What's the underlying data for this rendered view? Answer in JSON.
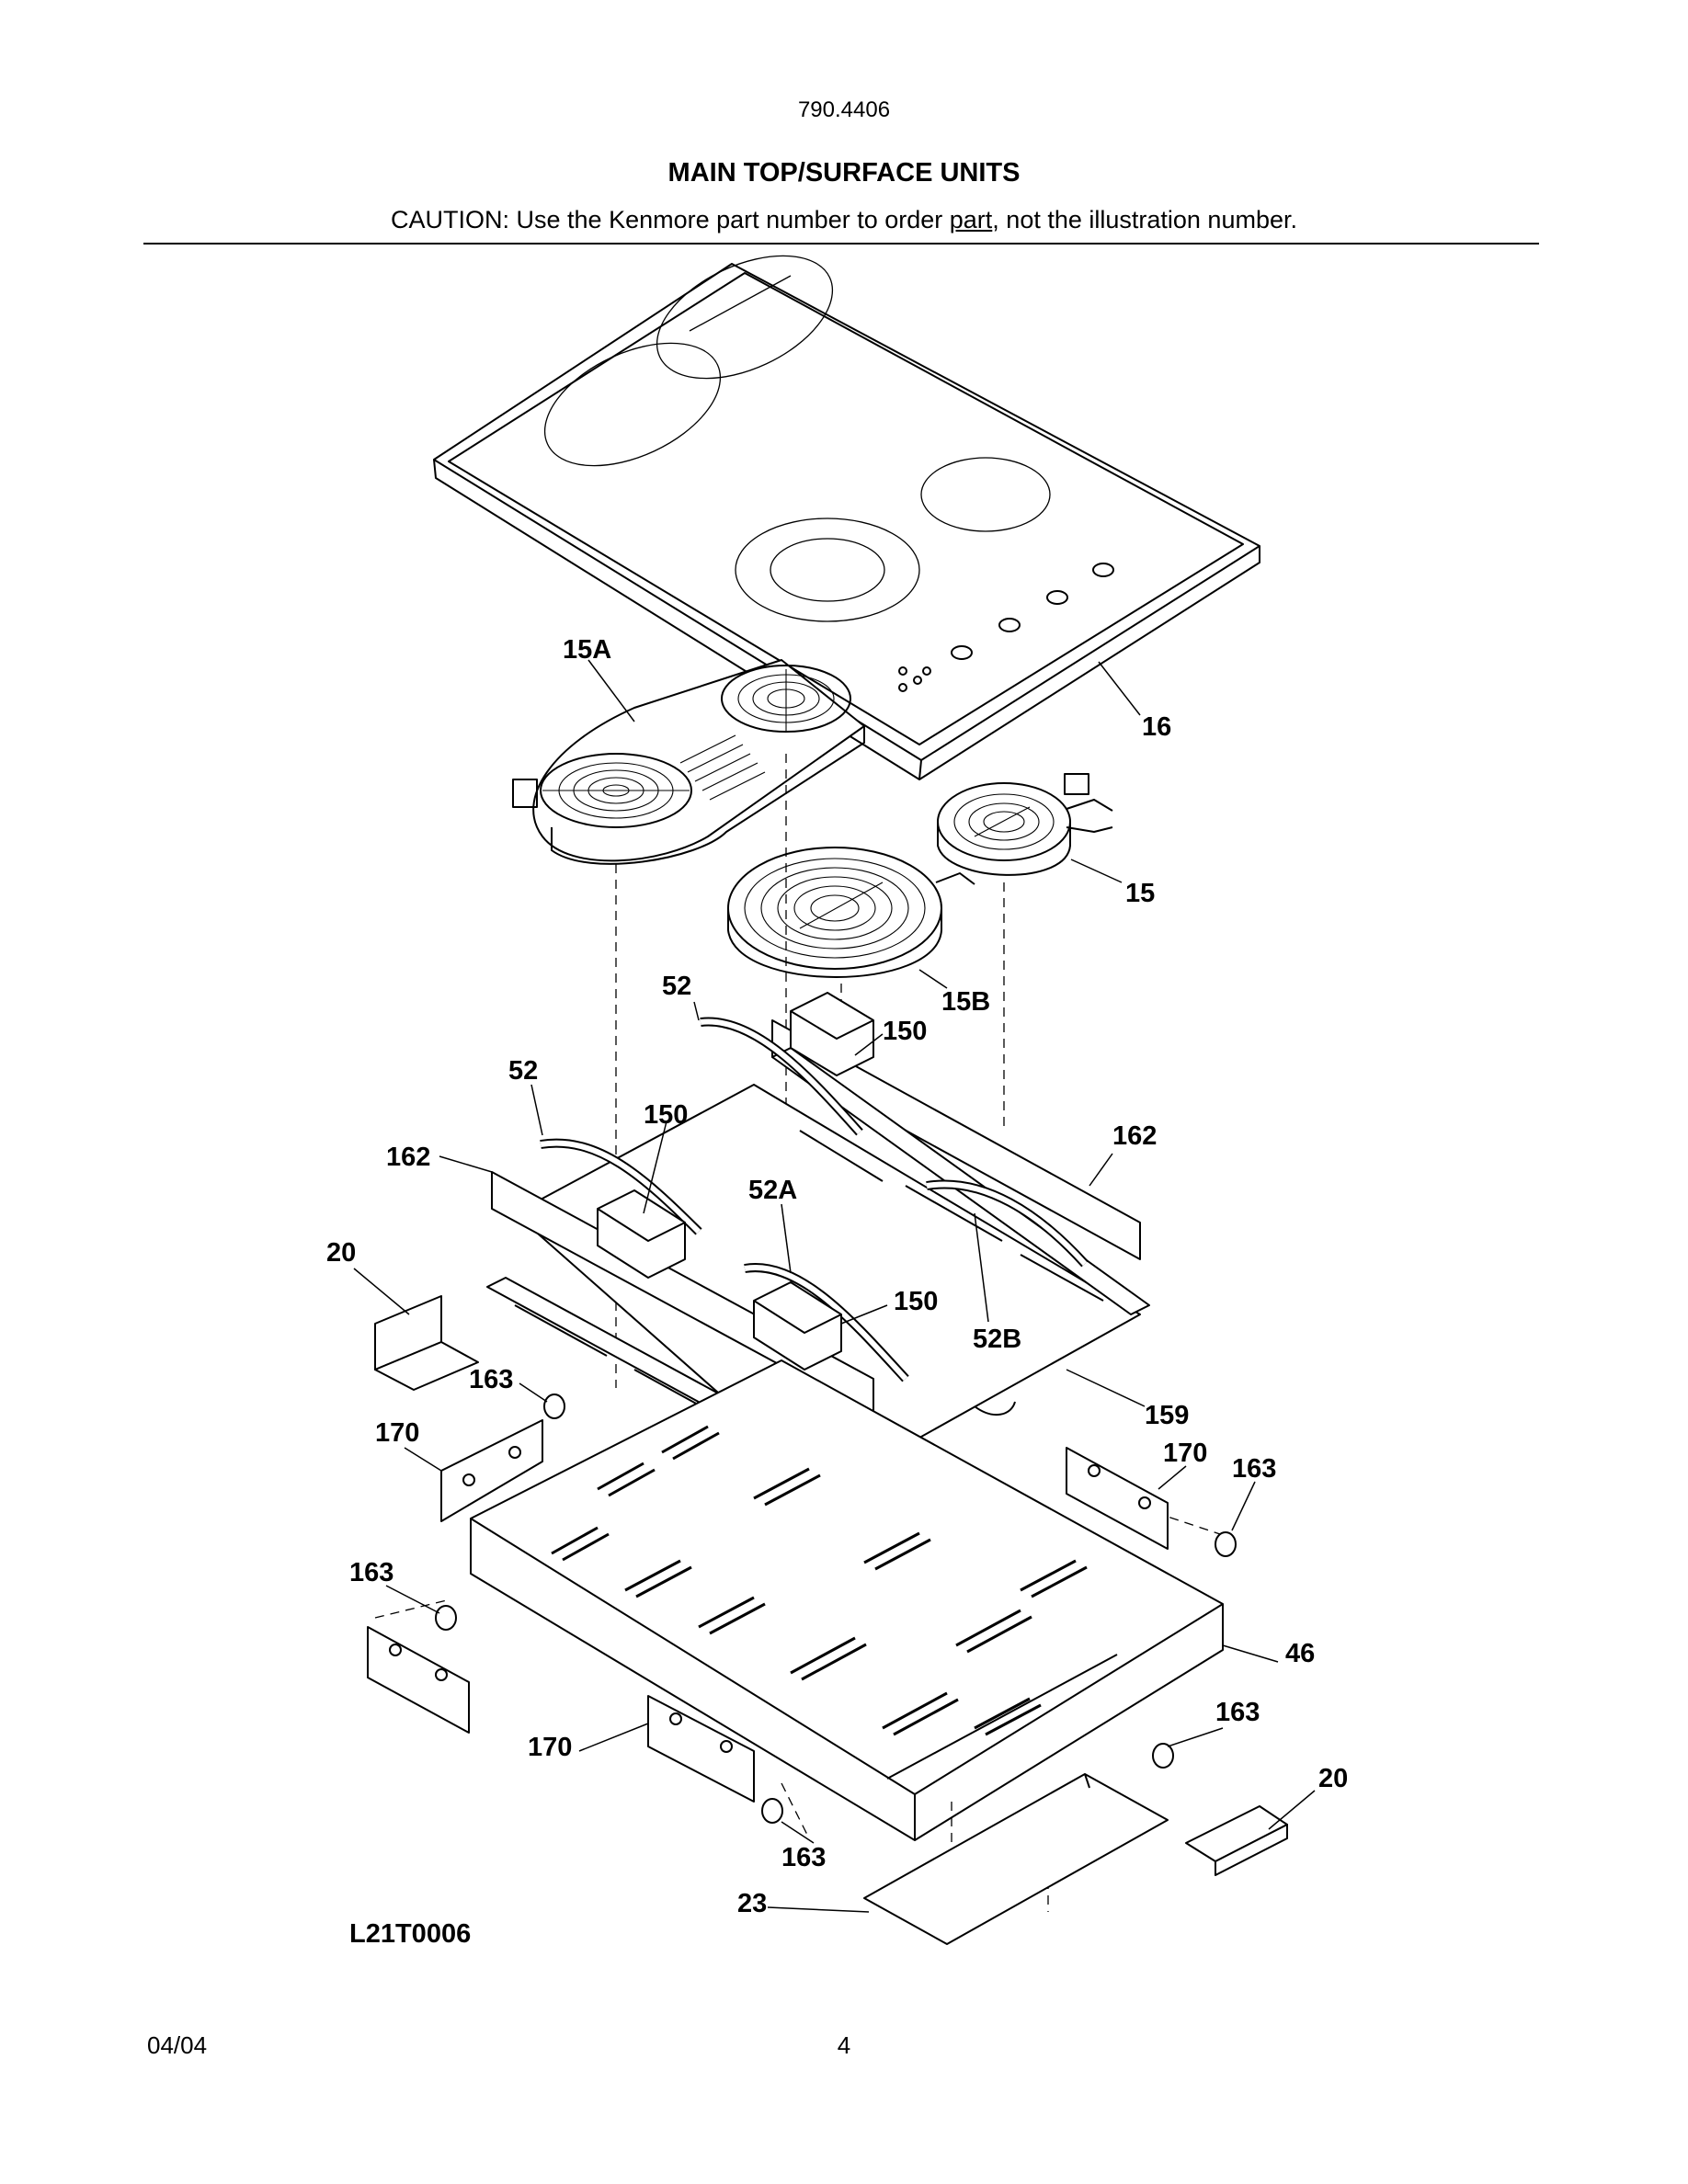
{
  "header": {
    "model_number": "790.4406",
    "title": "MAIN TOP/SURFACE UNITS",
    "caution_before": "CAUTION: Use the Kenmore part number to order ",
    "caution_underlined": "part",
    "caution_after": ", not the illustration number."
  },
  "diagram": {
    "callouts": {
      "c16": "16",
      "c15A": "15A",
      "c15": "15",
      "c15B": "15B",
      "c52a": "52",
      "c52b": "52",
      "c150a": "150",
      "c150b": "150",
      "c150c": "150",
      "c162a": "162",
      "c162b": "162",
      "c52A": "52A",
      "c52B": "52B",
      "c20a": "20",
      "c20b": "20",
      "c159": "159",
      "c163a": "163",
      "c163b": "163",
      "c163c": "163",
      "c163d": "163",
      "c163e": "163",
      "c170a": "170",
      "c170b": "170",
      "c170c": "170",
      "c46": "46",
      "c23": "23"
    }
  },
  "footer": {
    "figure_code": "L21T0006",
    "date": "04/04",
    "page_number": "4"
  }
}
